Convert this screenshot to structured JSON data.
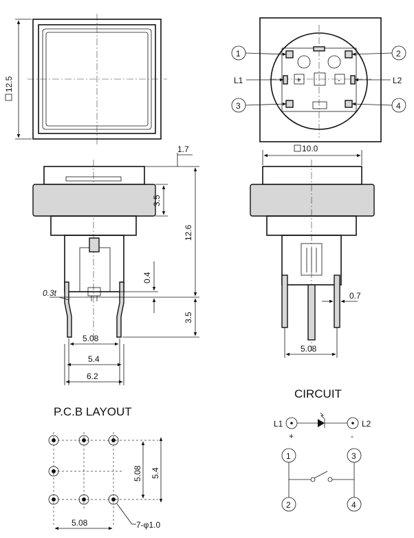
{
  "dimensions": {
    "square_12_5": "12.5",
    "dim_1_7": "1.7",
    "square_10_0": "10.0",
    "dim_3_5_top": "3.5",
    "dim_12_6": "12.6",
    "dim_0_4": "0.4",
    "dim_0_3t": "0.3t",
    "dim_3_5_bottom": "3.5",
    "dim_5_08_front": "5.08",
    "dim_5_4_front": "5.4",
    "dim_6_2": "6.2",
    "dim_0_7": "0.7",
    "dim_5_08_side": "5.08",
    "pcb_5_08_vertical": "5.08",
    "pcb_5_4": "5.4",
    "pcb_5_08_horizontal": "5.08",
    "pcb_holes": "7-φ1.0"
  },
  "bottom_view": {
    "callout_1": "1",
    "callout_2": "2",
    "callout_3": "3",
    "callout_4": "4",
    "label_l1": "L1",
    "label_l2": "L2",
    "plus": "+",
    "minus": "-"
  },
  "pcb_layout": {
    "title": "P.C.B LAYOUT"
  },
  "circuit": {
    "title": "CIRCUIT",
    "l1": "L1",
    "l2": "L2",
    "plus": "+",
    "minus": "-",
    "node_1": "1",
    "node_2": "2",
    "node_3": "3",
    "node_4": "4"
  }
}
